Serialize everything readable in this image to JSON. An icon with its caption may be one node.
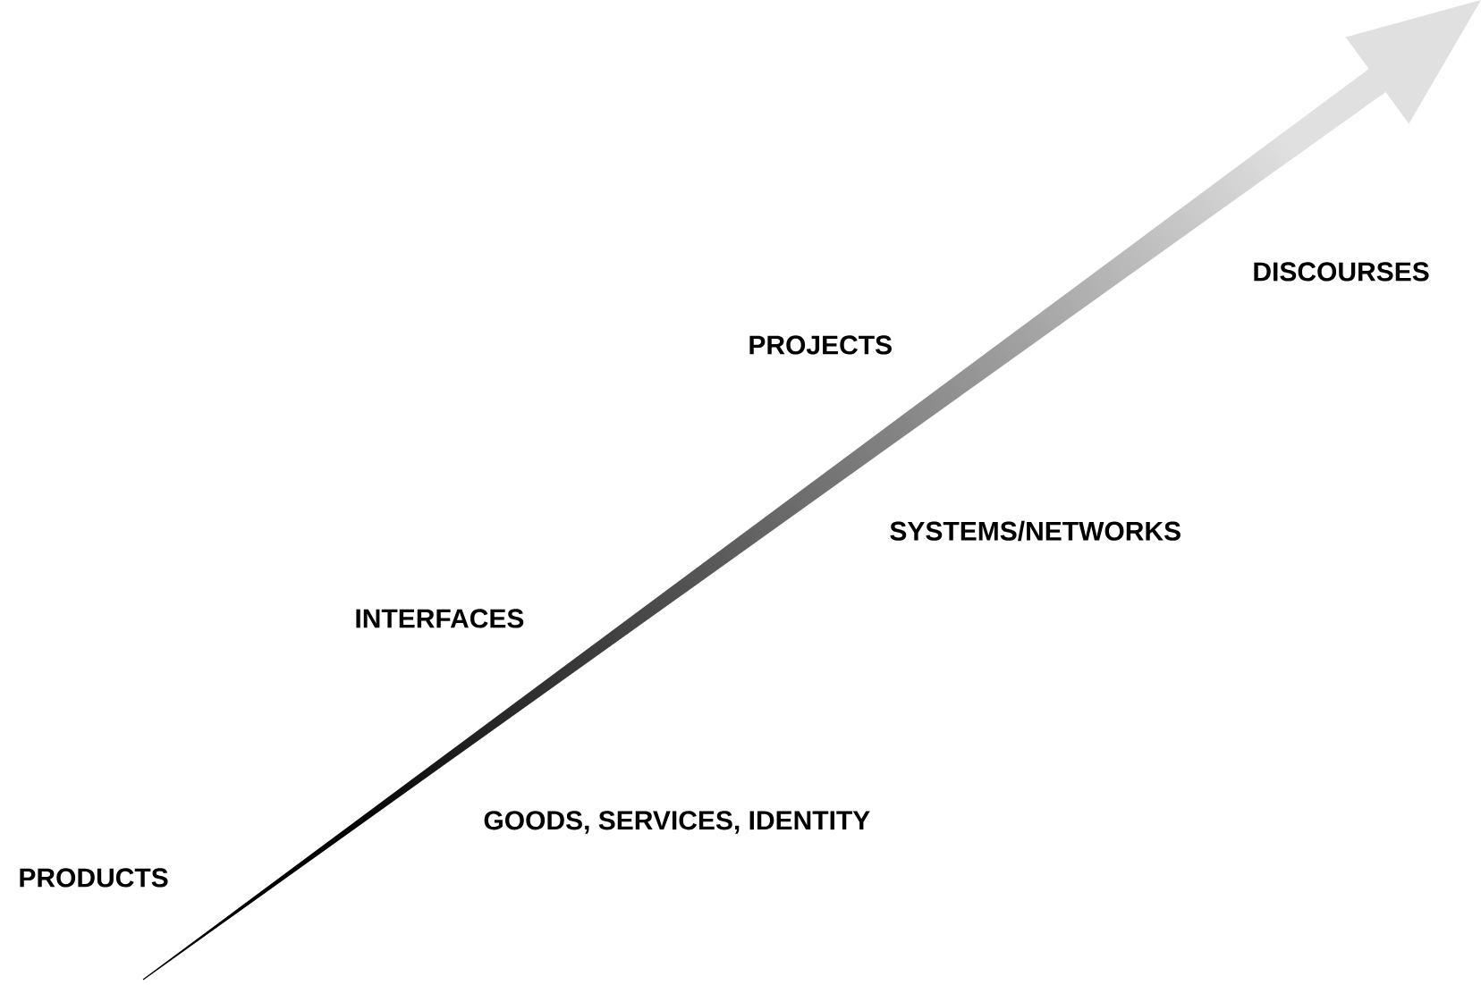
{
  "diagram": {
    "labels": [
      "DISCOURSES",
      "PROJECTS",
      "SYSTEMS/NETWORKS",
      "INTERFACES",
      "GOODS, SERVICES, IDENTITY",
      "PRODUCTS"
    ]
  }
}
